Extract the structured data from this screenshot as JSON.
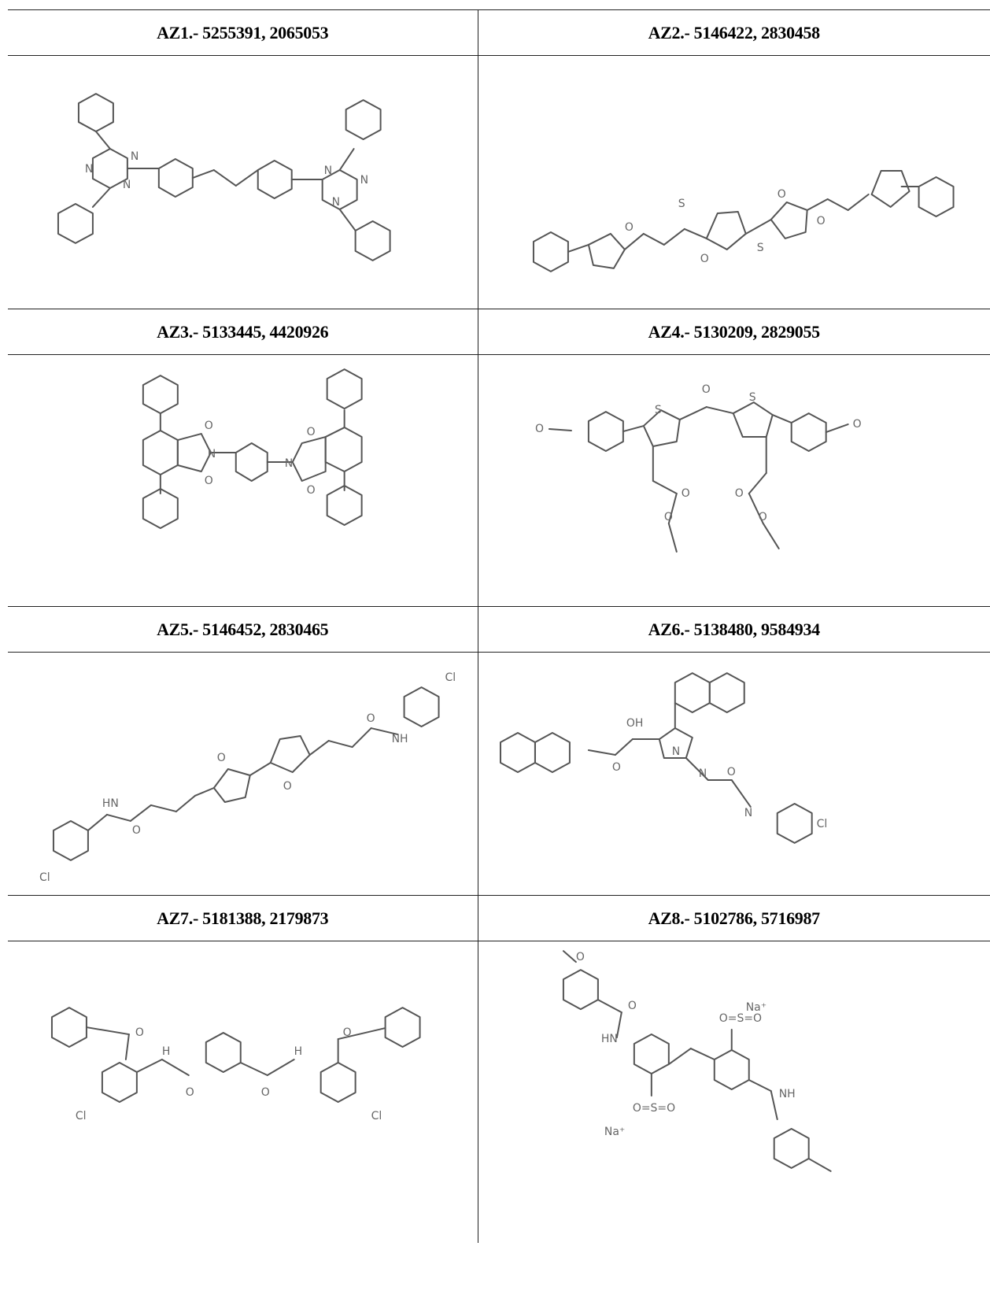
{
  "compounds": [
    {
      "label": "AZ1.- 5255391, 2065053"
    },
    {
      "label": "AZ2.- 5146422, 2830458"
    },
    {
      "label": "AZ3.- 5133445, 4420926"
    },
    {
      "label": "AZ4.- 5130209, 2829055"
    },
    {
      "label": "AZ5.- 5146452, 2830465"
    },
    {
      "label": "AZ6.- 5138480, 9584934"
    },
    {
      "label": "AZ7.- 5181388, 2179873"
    },
    {
      "label": "AZ8.- 5102786, 5716987"
    }
  ]
}
